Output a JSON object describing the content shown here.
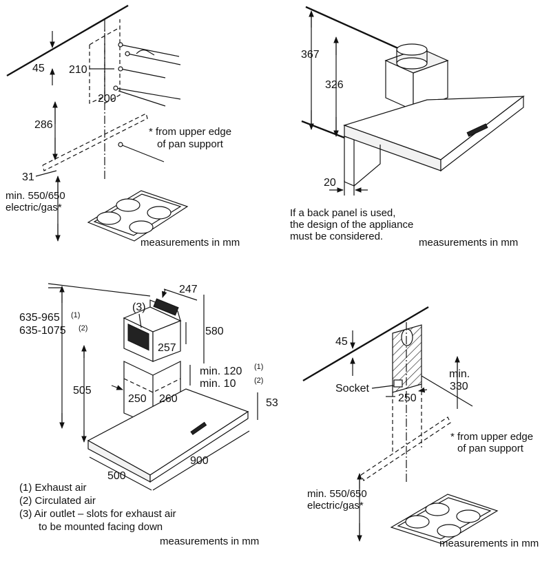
{
  "panel_top_left": {
    "dims": {
      "d45": "45",
      "d210": "210",
      "d200": "200",
      "d286": "286",
      "d31": "31"
    },
    "note_line1": "* from upper edge",
    "note_line2": "of pan support",
    "min_line1": "min. 550/650",
    "min_line2": "electric/gas*",
    "measurements": "measurements in mm"
  },
  "panel_top_right": {
    "dims": {
      "d367": "367",
      "d326": "326",
      "d20": "20"
    },
    "note_line1": "If a back panel is used,",
    "note_line2": "the design of the appliance",
    "note_line3": "must be considered.",
    "measurements": "measurements in mm"
  },
  "panel_bottom_left": {
    "dims": {
      "d247": "247",
      "d580": "580",
      "d257": "257",
      "d505": "505",
      "d250": "250",
      "d260": "260",
      "d53": "53",
      "d900": "900",
      "d500": "500"
    },
    "range1": "635-965",
    "range1_ref": "(1)",
    "range2": "635-1075",
    "range2_ref": "(2)",
    "min120": "min. 120",
    "min120_ref": "(1)",
    "min10": "min. 10",
    "min10_ref": "(2)",
    "callout3": "(3)",
    "legend": [
      "(1) Exhaust air",
      "(2) Circulated air",
      "(3) Air outlet – slots for exhaust air",
      "to be mounted facing down"
    ],
    "measurements": "measurements in mm"
  },
  "panel_bottom_right": {
    "dims": {
      "d45": "45",
      "d250": "250"
    },
    "socket": "Socket",
    "min330_line1": "min.",
    "min330_line2": "330",
    "note_line1": "* from upper edge",
    "note_line2": "of pan support",
    "min_line1": "min. 550/650",
    "min_line2": "electric/gas*",
    "measurements": "measurements in mm"
  }
}
